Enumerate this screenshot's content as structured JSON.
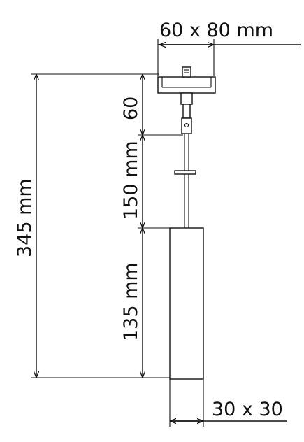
{
  "dimensions": {
    "top_size": "60 x 80 mm",
    "total_height": "345 mm",
    "top_segment": "60",
    "middle_segment": "150 mm",
    "body_segment": "135 mm",
    "bottom_size": "30 x 30"
  },
  "colors": {
    "ink": "#111111",
    "background": "#ffffff"
  }
}
